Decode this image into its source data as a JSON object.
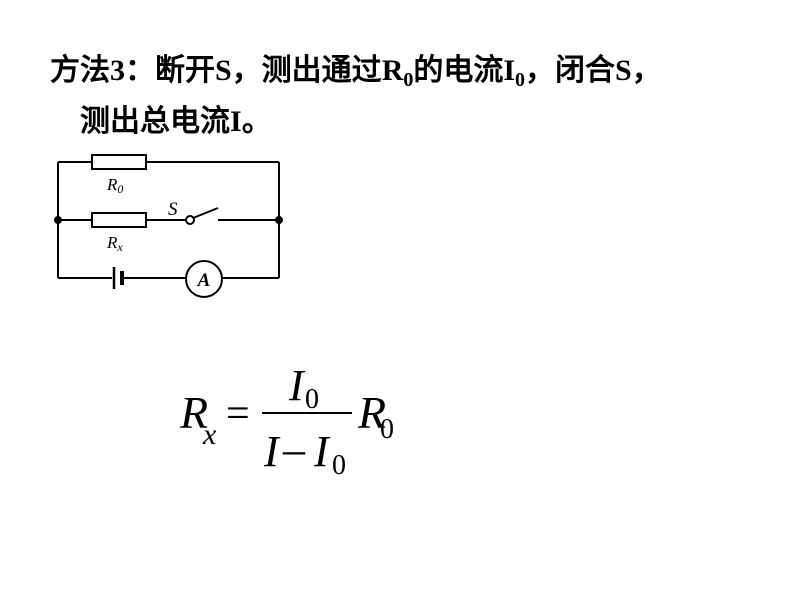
{
  "text": {
    "line1": {
      "p1": "方法",
      "p2": "3",
      "p3": "：断开",
      "p4": "S",
      "p5": "，测出通过",
      "p6": "R",
      "p7": "0",
      "p8": "的电流",
      "p9": "I",
      "p10": "0",
      "p11": "，闭合",
      "p12": "S",
      "p13": "，"
    },
    "line2": {
      "p1": "测出总电流",
      "p2": "I",
      "p3": "。"
    }
  },
  "circuit": {
    "r0_label": {
      "main": "R",
      "sub": "0"
    },
    "rx_label": {
      "main": "R",
      "sub": "x"
    },
    "switch_label": "S",
    "ammeter_label": "A"
  },
  "formula": {
    "lhs": {
      "main": "R",
      "sub": "x"
    },
    "equals": "=",
    "numerator": {
      "main": "I",
      "sub": "0"
    },
    "denominator": {
      "a": "I",
      "minus": "–",
      "b": "I",
      "b_sub": "0"
    },
    "factor": {
      "main": "R",
      "sub": "0"
    }
  }
}
